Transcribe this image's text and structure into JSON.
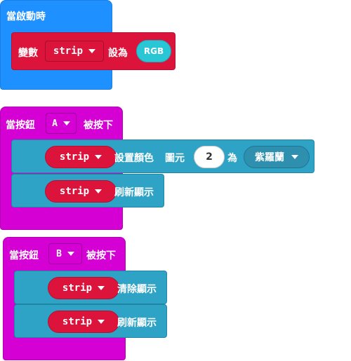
{
  "on_start": {
    "label": "當啟動時",
    "set_var": {
      "prefix": "變數",
      "var_name": "strip",
      "middle": "設為",
      "value": "RGB"
    }
  },
  "button_a": {
    "prefix": "當按鈕",
    "button": "A",
    "suffix": "被按下",
    "set_pixel": {
      "var_name": "strip",
      "label": "設置顏色",
      "pixel_label": "圖元",
      "pixel_index": "2",
      "to_label": "為",
      "color": "紫羅蘭"
    },
    "show": {
      "var_name": "strip",
      "label": "刷新顯示"
    }
  },
  "button_b": {
    "prefix": "當按鈕",
    "button": "B",
    "suffix": "被按下",
    "clear": {
      "var_name": "strip",
      "label": "清除顯示"
    },
    "show": {
      "var_name": "strip",
      "label": "刷新顯示"
    }
  },
  "colors": {
    "event_blue": "#1e90ff",
    "event_purple": "#d400d4",
    "variable_red": "#dc143c",
    "neopixel_teal": "#2ea3c6",
    "rgb_chip": "#29c6d6"
  }
}
